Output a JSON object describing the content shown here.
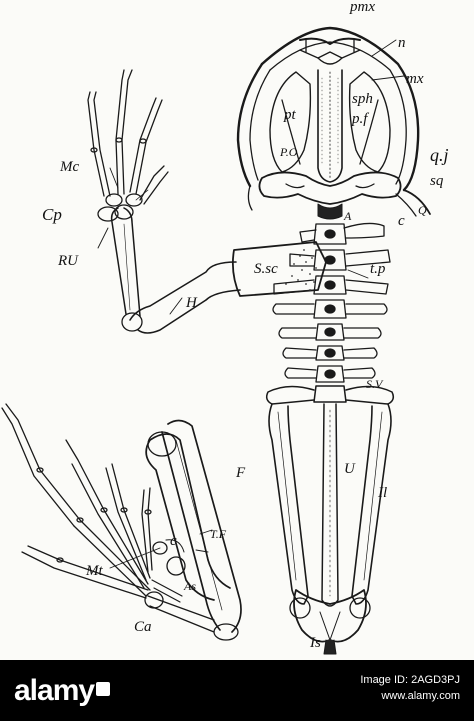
{
  "figure": {
    "labels": {
      "pmx": "pmx",
      "n": "n",
      "mx": "mx",
      "sph": "sph",
      "pt": "pt",
      "pf": "p.f",
      "po": "P.O",
      "qj": "q.j",
      "sq": "sq",
      "q": "Q",
      "c_skull": "c",
      "mc": "Mc",
      "cp": "Cp",
      "a": "A",
      "ssc": "S.sc",
      "ru": "RU",
      "tp": "t.p",
      "h": "H",
      "sv": "S.V",
      "f": "F",
      "u": "U",
      "il": "Il",
      "tf": "T.F",
      "c_ankle": "c",
      "mt": "Mt",
      "as": "As",
      "ca": "Ca",
      "is": "Is"
    }
  },
  "footer": {
    "brand": "alamy",
    "image_id_line": "Image ID: 2AGD3PJ",
    "url": "www.alamy.com"
  },
  "colors": {
    "line": "#1a1a1a",
    "paper": "#fbfbf8",
    "footer_bg": "#000000",
    "footer_text": "#ffffff"
  }
}
